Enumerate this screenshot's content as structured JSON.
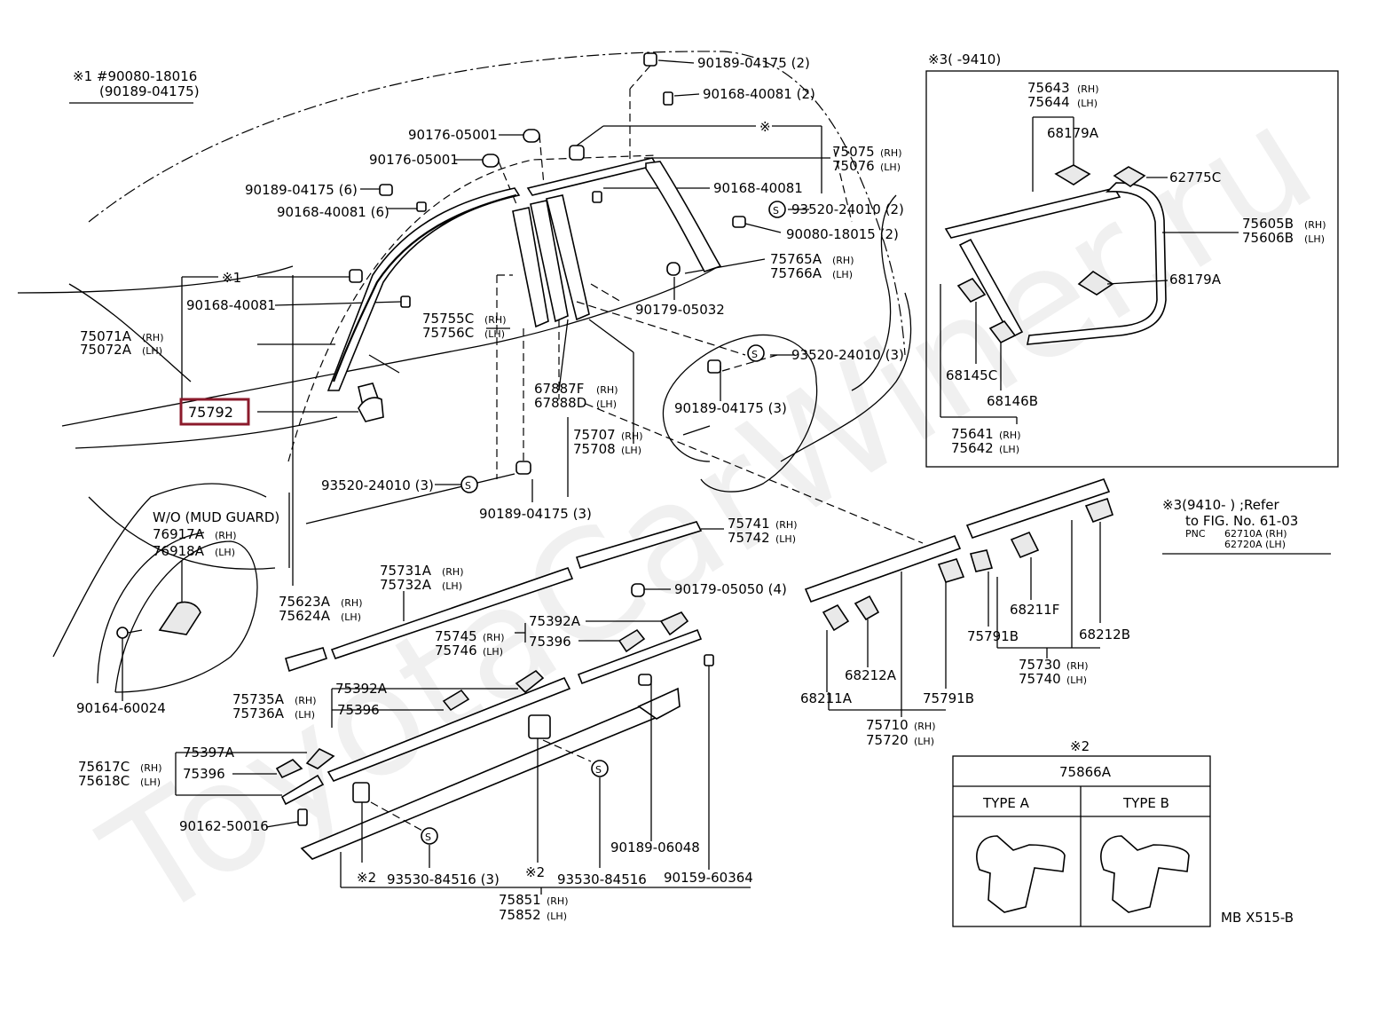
{
  "watermark": "ToyotaCarWiner.ru",
  "highlighted_part": "75792",
  "labels": {
    "note1_a": "※1 #90080-18016",
    "note1_b": "(90189-04175)",
    "note3_a": "※3(9410-    ) ;Refer",
    "note3_b": "to FIG. No. 61-03",
    "note3_c": "PNC",
    "note3_d": "62710A (RH)",
    "note3_e": "62720A (LH)",
    "inset3_title": "※3(      -9410)",
    "p90189_04175_2": "90189-04175 (2)",
    "p90168_40081_2": "90168-40081 (2)",
    "p90176_05001_a": "90176-05001",
    "p90176_05001_b": "90176-05001",
    "star": "※",
    "p75075": "75075",
    "p75076": "75076",
    "p90189_04175_6": "90189-04175 (6)",
    "p90168_40081_6": "90168-40081 (6)",
    "p90168_40081_c": "90168-40081",
    "p93520_24010_2": "93520-24010 (2)",
    "p90080_18015_2": "90080-18015 (2)",
    "p75765A": "75765A",
    "p75766A": "75766A",
    "star1": "※1",
    "p90168_40081_d": "90168-40081",
    "p90179_05032": "90179-05032",
    "p75755C": "75755C",
    "p75756C": "75756C",
    "p75071A": "75071A",
    "p75072A": "75072A",
    "p93520_24010_3a": "93520-24010 (3)",
    "p75792": "75792",
    "p67887F": "67887F",
    "p67888D": "67888D",
    "p90189_04175_3a": "90189-04175 (3)",
    "p75707": "75707",
    "p75708": "75708",
    "p93520_24010_3b": "93520-24010 (3)",
    "p90189_04175_3b": "90189-04175 (3)",
    "mudguard": "W/O (MUD GUARD)",
    "p76917A": "76917A",
    "p76918A": "76918A",
    "p75741": "75741",
    "p75742": "75742",
    "p75731A": "75731A",
    "p75732A": "75732A",
    "p90179_05050": "90179-05050 (4)",
    "p75623A": "75623A",
    "p75624A": "75624A",
    "p75392A_a": "75392A",
    "p75745": "75745",
    "p75746": "75746",
    "p75396_a": "75396",
    "p90164_60024": "90164-60024",
    "p75735A": "75735A",
    "p75736A": "75736A",
    "p75392A_b": "75392A",
    "p75396_b": "75396",
    "p75397A": "75397A",
    "p75617C": "75617C",
    "p75618C": "75618C",
    "p75396_c": "75396",
    "p90162_50016": "90162-50016",
    "p90189_06048": "90189-06048",
    "star2_a": "※2",
    "star2_b": "※2",
    "p93530_84516_3": "93530-84516 (3)",
    "p93530_84516": "93530-84516",
    "p90159_60364": "90159-60364",
    "p75851": "75851",
    "p75852": "75852",
    "p75643": "75643",
    "p75644": "75644",
    "p68179A_a": "68179A",
    "p62775C": "62775C",
    "p75605B": "75605B",
    "p75606B": "75606B",
    "p68179A_b": "68179A",
    "p68145C": "68145C",
    "p68146B": "68146B",
    "p75641": "75641",
    "p75642": "75642",
    "p68211F": "68211F",
    "p75791B_a": "75791B",
    "p68212B": "68212B",
    "p75730": "75730",
    "p75740": "75740",
    "p68211A": "68211A",
    "p68212A": "68212A",
    "p75791B_b": "75791B",
    "p75710": "75710",
    "p75720": "75720",
    "star2_box": "※2",
    "box_part": "75866A",
    "type_a": "TYPE A",
    "type_b": "TYPE B",
    "code": "MB X515-B",
    "rh": "(RH)",
    "lh": "(LH)",
    "s": "S"
  }
}
